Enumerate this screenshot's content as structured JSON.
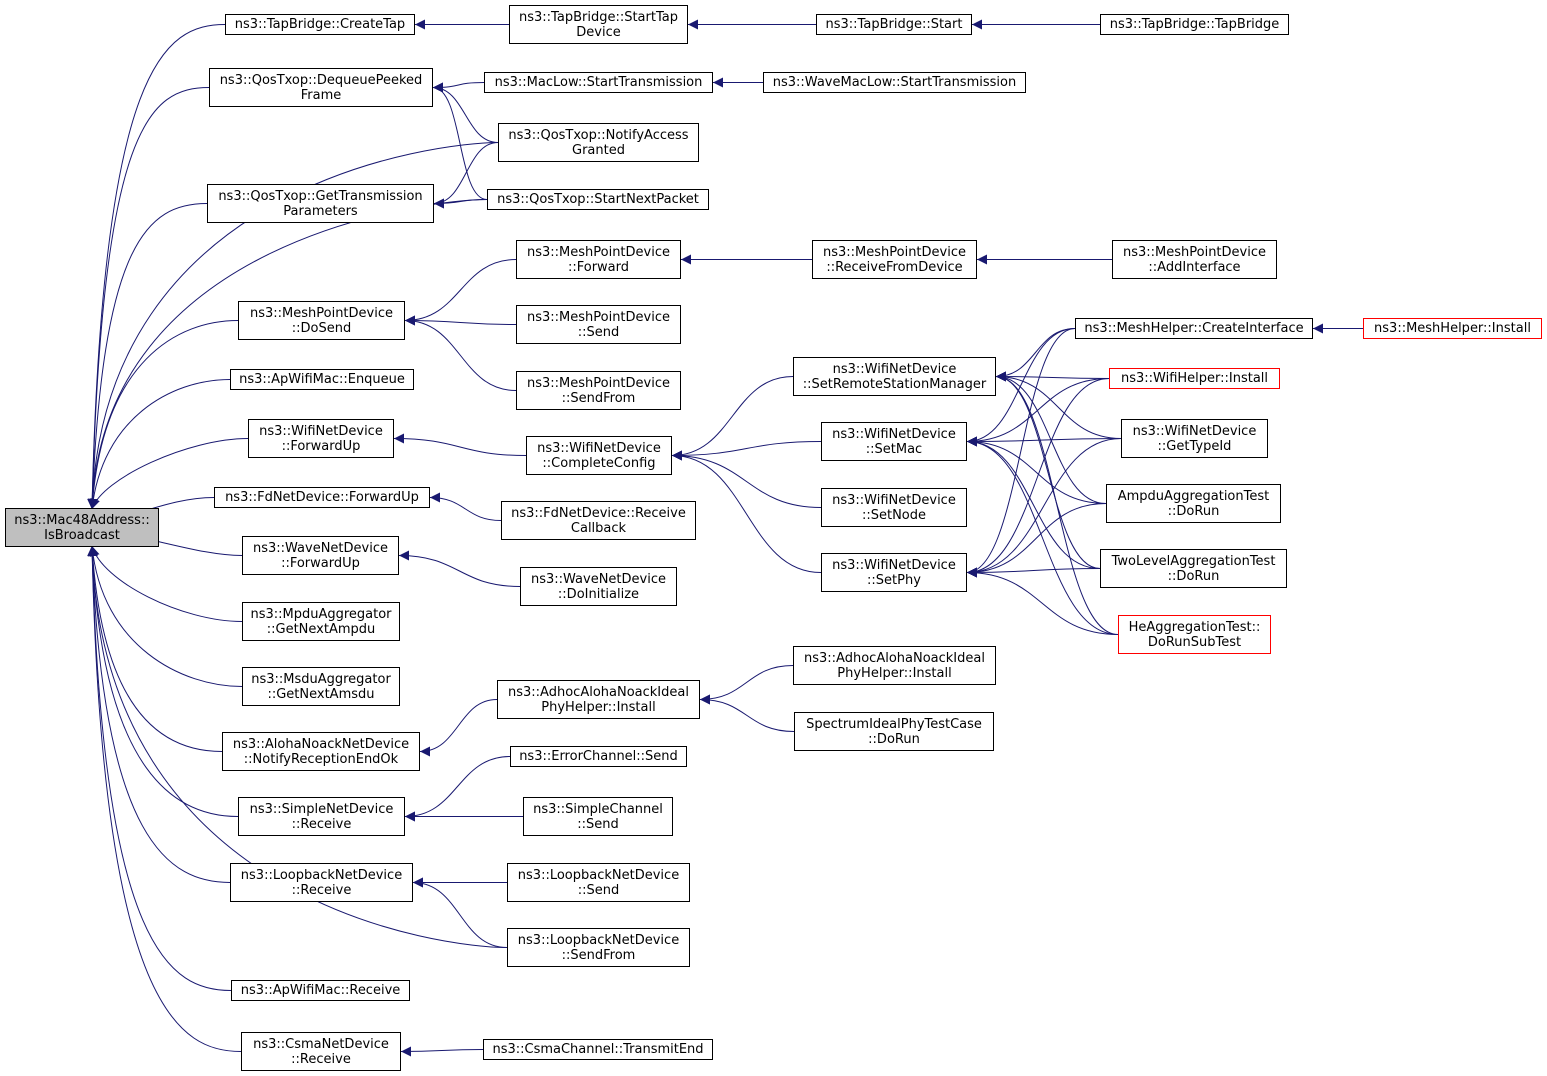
{
  "graph": {
    "root": "ns3::Mac48Address::\nIsBroadcast",
    "colors": {
      "edge": "#191970",
      "box_border": "#000000",
      "truncated_border": "#ff0000",
      "root_fill": "#bfbfbf"
    },
    "nodes": {
      "tb_create": "ns3::TapBridge::CreateTap",
      "tb_starttap": "ns3::TapBridge::StartTap\nDevice",
      "tb_start": "ns3::TapBridge::Start",
      "tb_tapbridge": "ns3::TapBridge::TapBridge",
      "qos_dequeue": "ns3::QosTxop::DequeuePeeked\nFrame",
      "maclow_start": "ns3::MacLow::StartTransmission",
      "wavemaclow_start": "ns3::WaveMacLow::StartTransmission",
      "qos_notify": "ns3::QosTxop::NotifyAccess\nGranted",
      "qos_gettx": "ns3::QosTxop::GetTransmission\nParameters",
      "qos_startnext": "ns3::QosTxop::StartNextPacket",
      "mpd_forward": "ns3::MeshPointDevice\n::Forward",
      "mpd_receivefrom": "ns3::MeshPointDevice\n::ReceiveFromDevice",
      "mpd_addinterface": "ns3::MeshPointDevice\n::AddInterface",
      "mpd_dosend": "ns3::MeshPointDevice\n::DoSend",
      "mpd_send": "ns3::MeshPointDevice\n::Send",
      "mpd_sendfrom": "ns3::MeshPointDevice\n::SendFrom",
      "meshhelper_create": "ns3::MeshHelper::CreateInterface",
      "meshhelper_install": "ns3::MeshHelper::Install",
      "wnd_setrsm": "ns3::WifiNetDevice\n::SetRemoteStationManager",
      "wifihelper_install": "ns3::WifiHelper::Install",
      "apwifimac_enqueue": "ns3::ApWifiMac::Enqueue",
      "wnd_setmac": "ns3::WifiNetDevice\n::SetMac",
      "wnd_gettypeid": "ns3::WifiNetDevice\n::GetTypeId",
      "wnd_forwardup": "ns3::WifiNetDevice\n::ForwardUp",
      "wnd_completeconfig": "ns3::WifiNetDevice\n::CompleteConfig",
      "ampdu_dorun": "AmpduAggregationTest\n::DoRun",
      "fnd_forwardup": "ns3::FdNetDevice::ForwardUp",
      "fnd_receivecb": "ns3::FdNetDevice::Receive\nCallback",
      "wnd_setnode": "ns3::WifiNetDevice\n::SetNode",
      "wavend_forwardup": "ns3::WaveNetDevice\n::ForwardUp",
      "wavend_doinit": "ns3::WaveNetDevice\n::DoInitialize",
      "wnd_setphy": "ns3::WifiNetDevice\n::SetPhy",
      "twolevel_dorun": "TwoLevelAggregationTest\n::DoRun",
      "mpduagg": "ns3::MpduAggregator\n::GetNextAmpdu",
      "heagg": "HeAggregationTest::\nDoRunSubTest",
      "msduagg": "ns3::MsduAggregator\n::GetNextAmsdu",
      "adhoc_phyinstall": "ns3::AdhocAlohaNoackIdeal\nPhyHelper::Install",
      "adhoc_phyinstall2": "ns3::AdhocAlohaNoackIdeal\nPhyHelper::Install",
      "alohand_notify": "ns3::AlohaNoackNetDevice\n::NotifyReceptionEndOk",
      "spectrum_test": "SpectrumIdealPhyTestCase\n::DoRun",
      "errorchannel_send": "ns3::ErrorChannel::Send",
      "simplend_receive": "ns3::SimpleNetDevice\n::Receive",
      "simplechannel_send": "ns3::SimpleChannel\n::Send",
      "loopback_receive": "ns3::LoopbackNetDevice\n::Receive",
      "loopback_send": "ns3::LoopbackNetDevice\n::Send",
      "loopback_sendfrom": "ns3::LoopbackNetDevice\n::SendFrom",
      "apwifimac_receive": "ns3::ApWifiMac::Receive",
      "csmand_receive": "ns3::CsmaNetDevice\n::Receive",
      "csmachannel_transmitend": "ns3::CsmaChannel::TransmitEnd"
    },
    "edges": [
      [
        "root",
        "tb_create"
      ],
      [
        "root",
        "qos_dequeue"
      ],
      [
        "root",
        "qos_notify"
      ],
      [
        "root",
        "qos_gettx"
      ],
      [
        "root",
        "qos_startnext"
      ],
      [
        "root",
        "mpd_dosend"
      ],
      [
        "root",
        "apwifimac_enqueue"
      ],
      [
        "root",
        "wnd_forwardup"
      ],
      [
        "root",
        "fnd_forwardup"
      ],
      [
        "root",
        "wavend_forwardup"
      ],
      [
        "root",
        "mpduagg"
      ],
      [
        "root",
        "msduagg"
      ],
      [
        "root",
        "alohand_notify"
      ],
      [
        "root",
        "simplend_receive"
      ],
      [
        "root",
        "loopback_receive"
      ],
      [
        "root",
        "loopback_sendfrom"
      ],
      [
        "root",
        "apwifimac_receive"
      ],
      [
        "root",
        "csmand_receive"
      ],
      [
        "tb_create",
        "tb_starttap"
      ],
      [
        "tb_starttap",
        "tb_start"
      ],
      [
        "tb_start",
        "tb_tapbridge"
      ],
      [
        "qos_dequeue",
        "maclow_start"
      ],
      [
        "qos_dequeue",
        "qos_notify"
      ],
      [
        "qos_dequeue",
        "qos_startnext"
      ],
      [
        "maclow_start",
        "wavemaclow_start"
      ],
      [
        "qos_gettx",
        "qos_notify"
      ],
      [
        "qos_gettx",
        "qos_startnext"
      ],
      [
        "mpd_dosend",
        "mpd_forward"
      ],
      [
        "mpd_dosend",
        "mpd_send"
      ],
      [
        "mpd_dosend",
        "mpd_sendfrom"
      ],
      [
        "mpd_forward",
        "mpd_receivefrom"
      ],
      [
        "mpd_receivefrom",
        "mpd_addinterface"
      ],
      [
        "wnd_forwardup",
        "wnd_completeconfig"
      ],
      [
        "wnd_completeconfig",
        "wnd_setrsm"
      ],
      [
        "wnd_completeconfig",
        "wnd_setmac"
      ],
      [
        "wnd_completeconfig",
        "wnd_setnode"
      ],
      [
        "wnd_completeconfig",
        "wnd_setphy"
      ],
      [
        "wnd_setrsm",
        "meshhelper_create"
      ],
      [
        "wnd_setrsm",
        "wifihelper_install"
      ],
      [
        "wnd_setrsm",
        "wnd_gettypeid"
      ],
      [
        "wnd_setrsm",
        "ampdu_dorun"
      ],
      [
        "wnd_setrsm",
        "twolevel_dorun"
      ],
      [
        "wnd_setrsm",
        "heagg"
      ],
      [
        "wnd_setmac",
        "meshhelper_create"
      ],
      [
        "wnd_setmac",
        "wifihelper_install"
      ],
      [
        "wnd_setmac",
        "wnd_gettypeid"
      ],
      [
        "wnd_setmac",
        "ampdu_dorun"
      ],
      [
        "wnd_setmac",
        "twolevel_dorun"
      ],
      [
        "wnd_setmac",
        "heagg"
      ],
      [
        "wnd_setphy",
        "meshhelper_create"
      ],
      [
        "wnd_setphy",
        "wifihelper_install"
      ],
      [
        "wnd_setphy",
        "wnd_gettypeid"
      ],
      [
        "wnd_setphy",
        "ampdu_dorun"
      ],
      [
        "wnd_setphy",
        "twolevel_dorun"
      ],
      [
        "wnd_setphy",
        "heagg"
      ],
      [
        "meshhelper_create",
        "meshhelper_install"
      ],
      [
        "fnd_forwardup",
        "fnd_receivecb"
      ],
      [
        "wavend_forwardup",
        "wavend_doinit"
      ],
      [
        "alohand_notify",
        "adhoc_phyinstall"
      ],
      [
        "adhoc_phyinstall",
        "adhoc_phyinstall2"
      ],
      [
        "adhoc_phyinstall",
        "spectrum_test"
      ],
      [
        "simplend_receive",
        "errorchannel_send"
      ],
      [
        "simplend_receive",
        "simplechannel_send"
      ],
      [
        "loopback_receive",
        "loopback_send"
      ],
      [
        "loopback_receive",
        "loopback_sendfrom"
      ],
      [
        "csmand_receive",
        "csmachannel_transmitend"
      ]
    ],
    "truncated": [
      "meshhelper_install",
      "wifihelper_install",
      "heagg"
    ]
  }
}
